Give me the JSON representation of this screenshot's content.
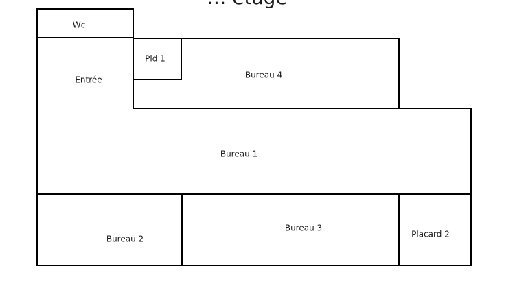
{
  "plan": {
    "title_fragment": "… étage",
    "rooms": {
      "wc": "Wc",
      "pld1": "Pld 1",
      "entree": "Entrée",
      "bureau4": "Bureau 4",
      "bureau1": "Bureau 1",
      "bureau2": "Bureau 2",
      "bureau3": "Bureau 3",
      "placard2": "Placard 2"
    }
  }
}
